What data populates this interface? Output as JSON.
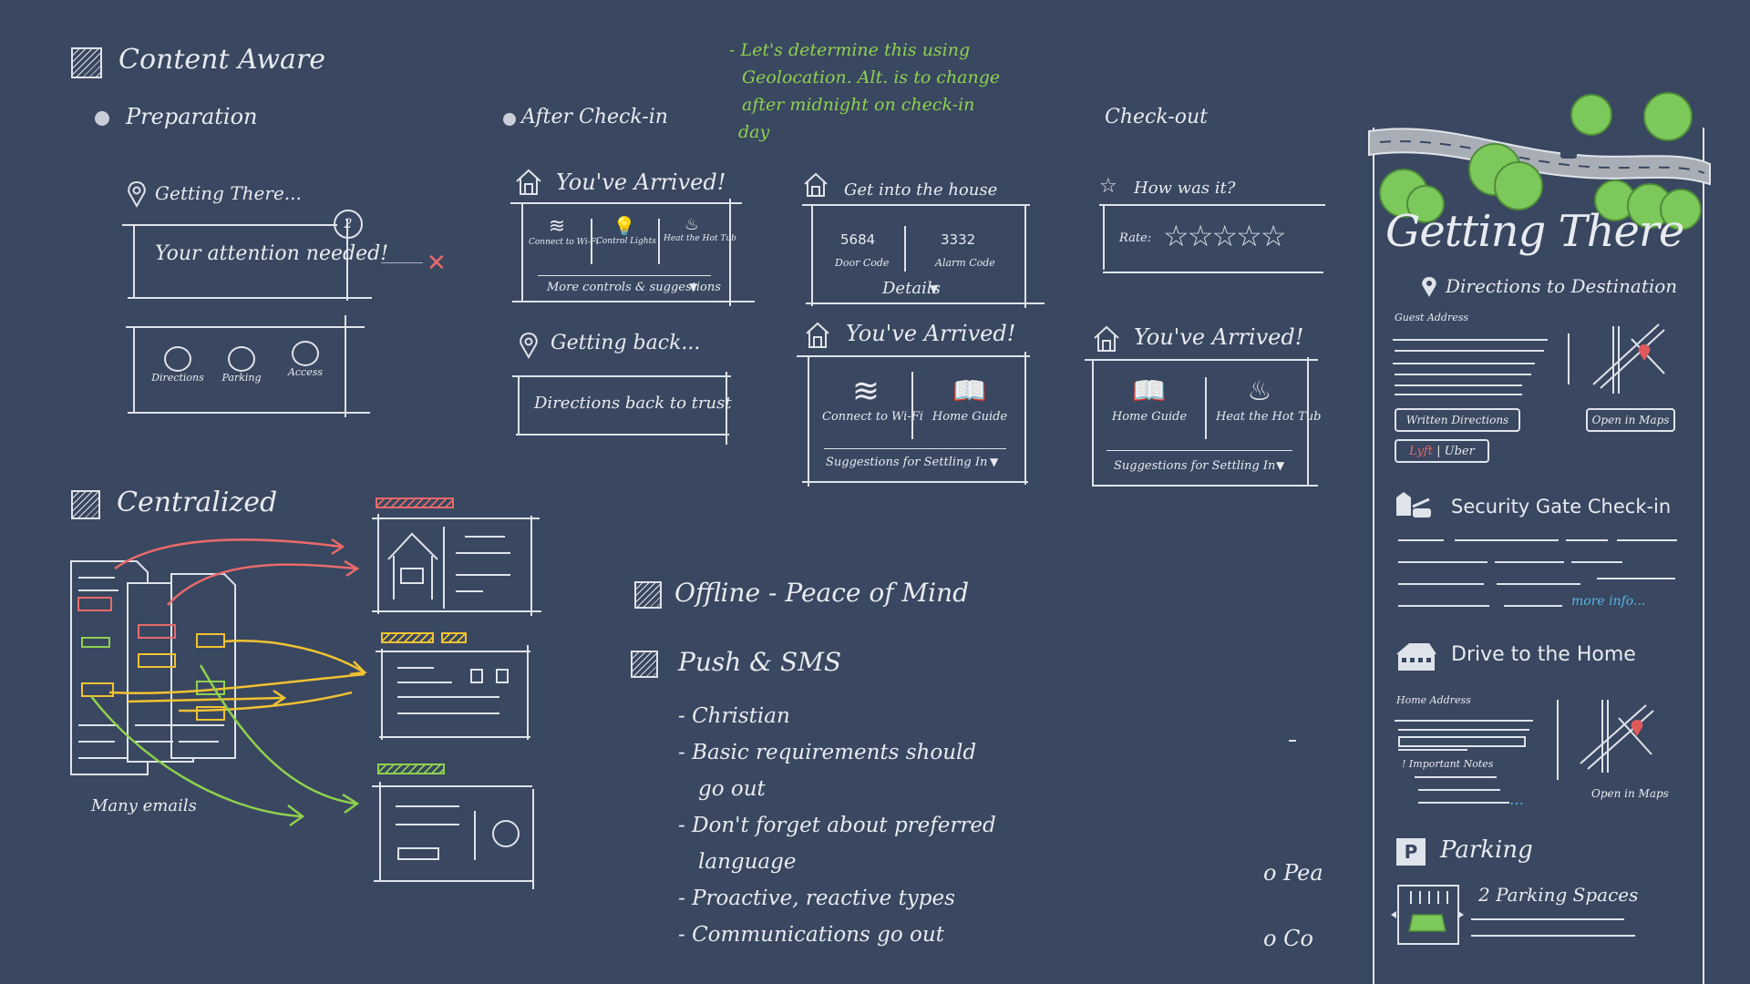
{
  "content_aware": {
    "heading": "Content Aware",
    "preparation": {
      "label": "Preparation",
      "getting_there": "Getting There...",
      "attention": "Your attention needed!",
      "badge": "2",
      "icons": [
        "Directions",
        "Parking",
        "Access"
      ]
    },
    "after_checkin": {
      "label": "After Check-in",
      "arrived_title": "You've Arrived!",
      "arrived_icons": [
        "Connect to Wi-Fi",
        "Control Lights",
        "Heat the Hot Tub"
      ],
      "arrived_footer": "More controls & suggestions",
      "getting_back": "Getting back...",
      "directions_back": "Directions back to trust"
    },
    "get_into_house": {
      "title": "Get into the house",
      "door_code": "5684",
      "door_label": "Door Code",
      "alarm_code": "3332",
      "alarm_label": "Alarm Code",
      "details": "Details"
    },
    "arrived_two": {
      "title": "You've Arrived!",
      "icons": [
        "Connect to Wi-Fi",
        "Home Guide"
      ],
      "footer": "Suggestions for Settling In"
    },
    "checkout": {
      "label": "Check-out",
      "how_was_it": "How was it?",
      "rate": "Rate:",
      "arrived_title": "You've Arrived!",
      "icons": [
        "Home Guide",
        "Heat the Hot Tub"
      ],
      "footer": "Suggestions for Settling In"
    },
    "note": [
      "- Let's determine this using",
      "Geolocation. Alt. is to change",
      "after midnight on check-in",
      "day"
    ]
  },
  "centralized": {
    "heading": "Centralized",
    "many_emails": "Many emails"
  },
  "offline": {
    "heading": "Offline - Peace of Mind"
  },
  "push": {
    "heading": "Push & SMS",
    "items": [
      "- Christian",
      "- Basic requirements should",
      "go out",
      "- Don't forget about preferred",
      "language",
      "- Proactive, reactive types",
      "- Communications go out"
    ]
  },
  "edge": {
    "item1": "o Pea",
    "item2": "o Co"
  },
  "phone": {
    "title": "Getting There",
    "directions": {
      "heading": "Directions to Destination",
      "address_label": "Guest Address",
      "written": "Written Directions",
      "open_maps": "Open in Maps",
      "lyft": "Lyft",
      "uber": "Uber"
    },
    "security": {
      "heading": "Security Gate Check-in",
      "more": "more info..."
    },
    "drive": {
      "heading": "Drive to the Home",
      "address_label": "Home Address",
      "notes": "! Important Notes",
      "open_maps": "Open in Maps"
    },
    "parking": {
      "heading": "Parking",
      "badge": "P",
      "spaces": "2 Parking Spaces"
    }
  }
}
